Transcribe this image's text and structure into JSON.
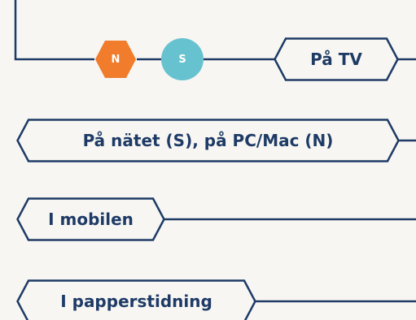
{
  "labels": {
    "tv": "På TV",
    "web": "På nätet (S), på PC/Mac (N)",
    "mobile": "I mobilen",
    "paper": "I papperstidning"
  },
  "badges": {
    "n": "N",
    "s": "S"
  },
  "colors": {
    "line": "#1e3b66",
    "text": "#1e3b66",
    "background": "#f8f6f3",
    "badge_n": "#f07c2c",
    "badge_s": "#67c2d0"
  }
}
